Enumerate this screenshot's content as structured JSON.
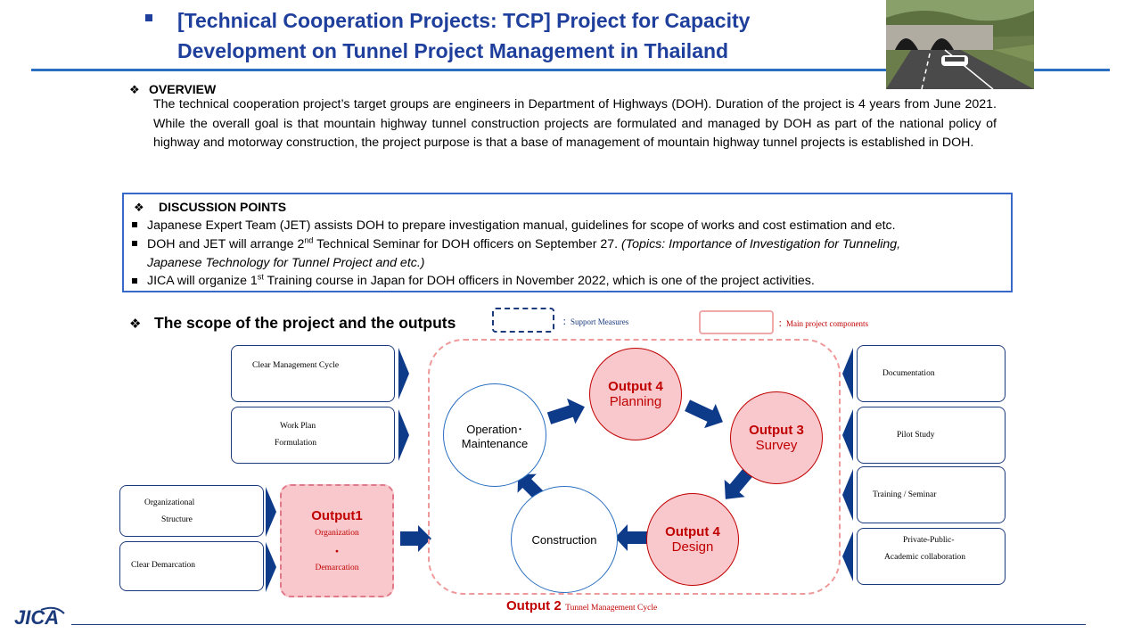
{
  "header": {
    "title_line1": "[Technical Cooperation Projects: TCP] Project for Capacity",
    "title_line2": "Development on Tunnel Project Management in Thailand",
    "photo_icon": "tunnel-photo-icon"
  },
  "overview": {
    "heading": "OVERVIEW",
    "text": "The technical cooperation project’s target groups are engineers in Department of Highways (DOH). Duration of the project is 4 years from June 2021. While the overall goal is that mountain highway tunnel construction projects are formulated and managed by DOH as part of the national policy of highway and motorway construction, the project purpose is that a base of management of mountain highway tunnel projects is established in DOH."
  },
  "discussion": {
    "heading": "DISCUSSION POINTS",
    "item1": "Japanese Expert Team (JET) assists DOH to prepare investigation manual, guidelines for scope of works and cost estimation and etc.",
    "item2_pre": "DOH and JET will arrange 2",
    "item2_sup": "nd",
    "item2_post": " Technical Seminar for DOH officers on September 27. ",
    "item2_italic": "(Topics: Importance of Investigation for Tunneling,",
    "item2_italic2": "Japanese Technology for Tunnel Project and etc.)",
    "item3_pre": "JICA will organize 1",
    "item3_sup": "st",
    "item3_post": " Training course in Japan for DOH officers in November 2022, which is one of the project activities."
  },
  "scope": {
    "heading": "The scope of the project and the outputs",
    "legend_support": "：Support Measures",
    "legend_main": "：Main project components"
  },
  "left_boxes": {
    "clear_mgmt": "Clear Management Cycle",
    "work_plan_1": "Work Plan",
    "work_plan_2": "Formulation",
    "org_struct_1": "Organizational",
    "org_struct_2": "Structure",
    "clear_demarc": "Clear Demarcation"
  },
  "output1": {
    "title": "Output1",
    "sub1": "Organization",
    "dot": "・",
    "sub2": "Demarcation"
  },
  "cycle": {
    "planning_title": "Output 4",
    "planning_sub": "Planning",
    "survey_title": "Output 3",
    "survey_sub": "Survey",
    "design_title": "Output 4",
    "design_sub": "Design",
    "construction": "Construction",
    "operation_1": "Operation･",
    "operation_2": "Maintenance"
  },
  "output2": {
    "title": "Output 2",
    "sub": "Tunnel Management Cycle"
  },
  "right_boxes": {
    "documentation": "Documentation",
    "pilot_study": "Pilot Study",
    "training": "Training / Seminar",
    "ppac_1": "Private-Public-",
    "ppac_2": "Academic  collaboration"
  },
  "footer": {
    "logo_text": "JICA"
  },
  "colors": {
    "title_blue": "#1f3f9c",
    "rule_blue": "#2a6fc0",
    "arrow_navy": "#0e3a8a",
    "pink_fill": "#f8c8cc",
    "red_text": "#c00000"
  }
}
